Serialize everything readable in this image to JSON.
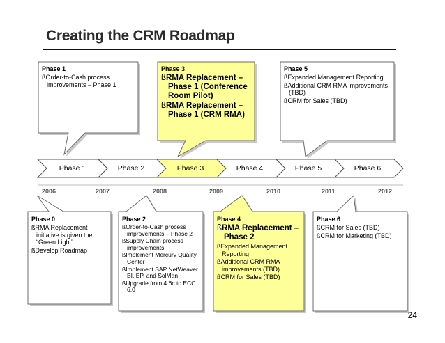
{
  "title": "Creating the CRM Roadmap",
  "bullet": "ß",
  "timeline": {
    "phases": [
      "Phase 1",
      "Phase 2",
      "Phase 3",
      "Phase 4",
      "Phase 5",
      "Phase 6"
    ],
    "active_index": 2,
    "years": [
      "2006",
      "2007",
      "2008",
      "2009",
      "2010",
      "2011",
      "2012"
    ]
  },
  "colors": {
    "highlight": "#ffff99",
    "box_fill": "#ffffff",
    "shadow": "#c8c8c8",
    "chevron_fill": "#ffffff"
  },
  "top_boxes": [
    {
      "header": "Phase 1",
      "items": [
        "Order-to-Cash process improvements – Phase 1"
      ]
    },
    {
      "header": "Phase 3",
      "items": [
        "RMA Replacement – Phase 1 (Conference Room Pilot)",
        "RMA Replacement – Phase 1 (CRM RMA)"
      ]
    },
    {
      "header": "Phase 5",
      "items": [
        "Expanded Management Reporting",
        "Additional CRM RMA improvements (TBD)",
        "CRM for Sales (TBD)"
      ]
    }
  ],
  "bottom_boxes": [
    {
      "header": "Phase 0",
      "items": [
        "RMA Replacement initiative is given the “Green Light”",
        "Develop Roadmap"
      ]
    },
    {
      "header": "Phase 2",
      "items": [
        "Order-to-Cash process improvements – Phase 2",
        "Supply Chain process improvements",
        "Implement Mercury Quality Center",
        "Implement SAP NetWeaver BI, EP, and SolMan",
        "Upgrade from 4.6c to ECC 6.0"
      ]
    },
    {
      "header": "Phase 4",
      "items": [
        "RMA Replacement – Phase 2",
        "Expanded Management Reporting",
        "Additional CRM RMA improvements (TBD)",
        "CRM for Sales (TBD)"
      ]
    },
    {
      "header": "Phase 6",
      "items": [
        "CRM for Sales (TBD)",
        "CRM for Marketing (TBD)"
      ]
    }
  ],
  "page_number": "24"
}
